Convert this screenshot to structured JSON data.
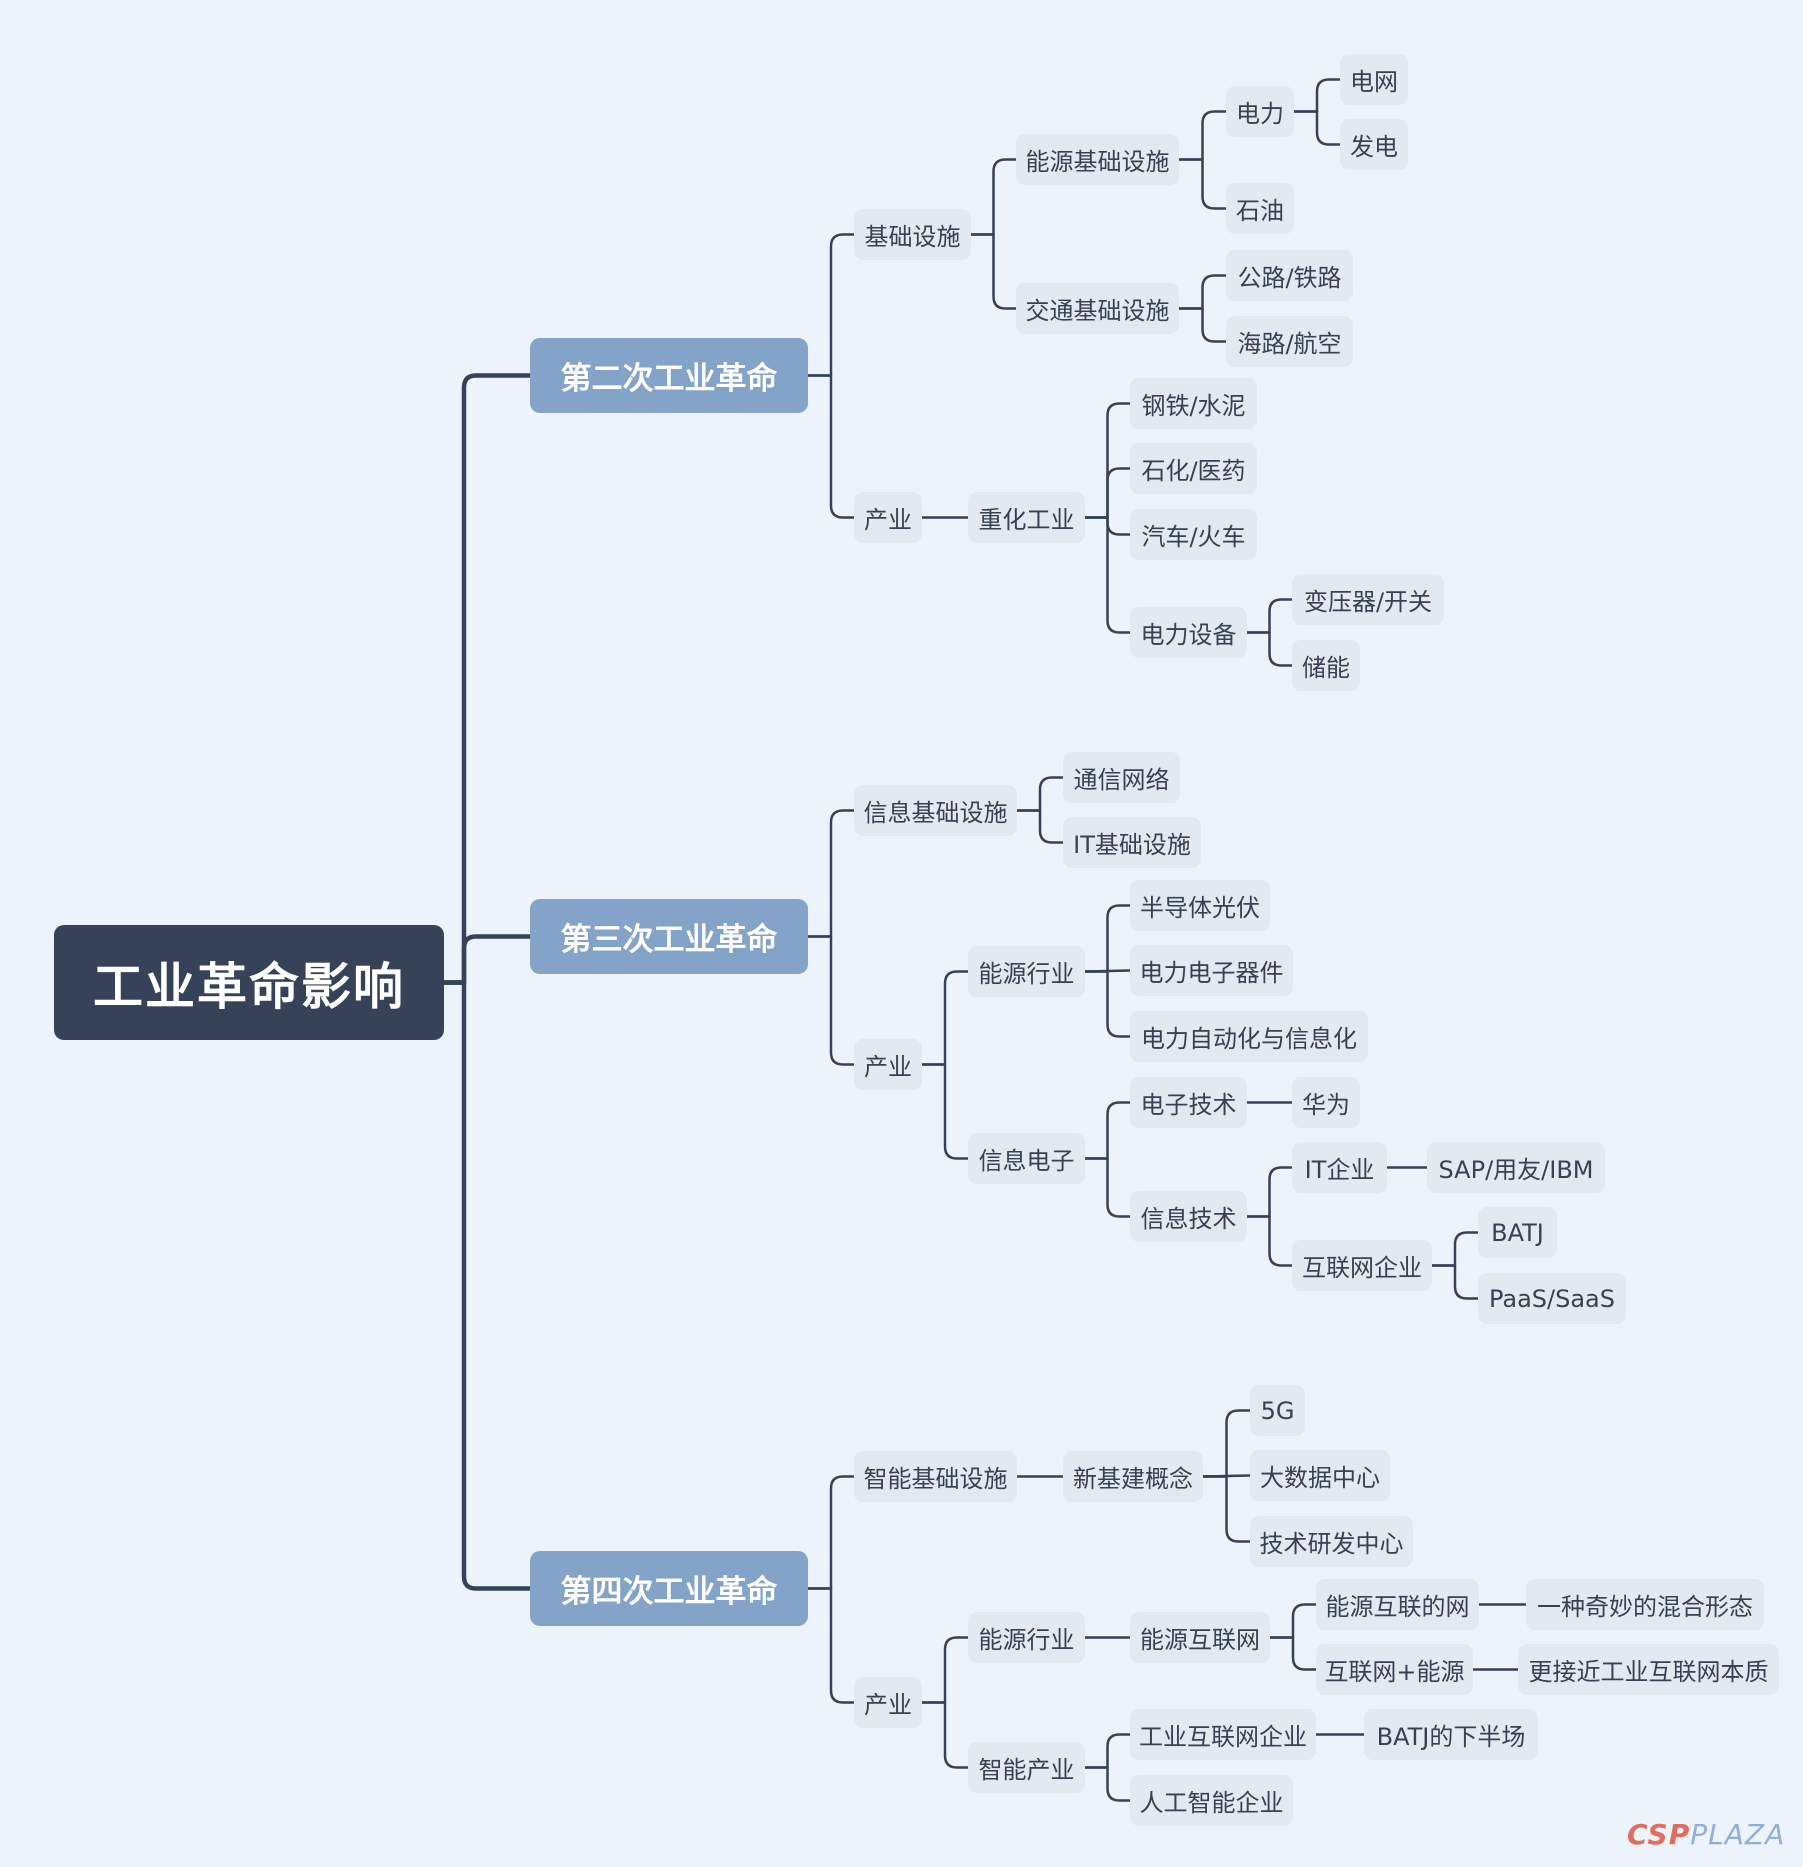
{
  "root": "工业革命影响",
  "second": {
    "title": "第二次工业革命",
    "infrastructure": "基础设施",
    "energy_infra": "能源基础设施",
    "electricity": "电力",
    "grid": "电网",
    "generation": "发电",
    "oil": "石油",
    "transport_infra": "交通基础设施",
    "road_rail": "公路/铁路",
    "sea_air": "海路/航空",
    "industry": "产业",
    "heavy_industry": "重化工业",
    "steel_cement": "钢铁/水泥",
    "petro_pharma": "石化/医药",
    "car_train": "汽车/火车",
    "power_equipment": "电力设备",
    "transformer_switch": "变压器/开关",
    "energy_storage": "储能"
  },
  "third": {
    "title": "第三次工业革命",
    "info_infra": "信息基础设施",
    "comm_network": "通信网络",
    "it_infra": "IT基础设施",
    "industry": "产业",
    "energy_sector": "能源行业",
    "semiconductor_pv": "半导体光伏",
    "power_electronics": "电力电子器件",
    "power_automation": "电力自动化与信息化",
    "info_electronics": "信息电子",
    "electronic_tech": "电子技术",
    "huawei": "华为",
    "info_tech": "信息技术",
    "it_enterprise": "IT企业",
    "sap": "SAP/用友/IBM",
    "internet_enterprise": "互联网企业",
    "batj": "BATJ",
    "paas": "PaaS/SaaS"
  },
  "fourth": {
    "title": "第四次工业革命",
    "smart_infra": "智能基础设施",
    "new_infra": "新基建概念",
    "five_g": "5G",
    "big_data": "大数据中心",
    "rnd_center": "技术研发中心",
    "industry": "产业",
    "energy_sector": "能源行业",
    "energy_internet": "能源互联网",
    "energy_net": "能源互联的网",
    "hybrid": "一种奇妙的混合形态",
    "internet_energy": "互联网+能源",
    "closer": "更接近工业互联网本质",
    "smart_industry": "智能产业",
    "iiot_enterprise": "工业互联网企业",
    "batj_second_half": "BATJ的下半场",
    "ai_enterprise": "人工智能企业"
  },
  "watermark": {
    "part_a": "CSP",
    "part_b": "PLAZA"
  },
  "colors": {
    "background": "#edf3fa",
    "root": "#354257",
    "main_topic": "#84a3c9",
    "subtopic": "#e3e9f0",
    "text": "#364153",
    "line": "#354257"
  }
}
